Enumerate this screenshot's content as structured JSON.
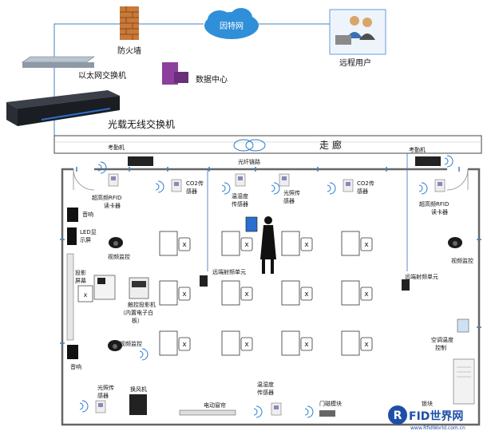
{
  "network": {
    "firewall": "防火墙",
    "internet": "因特网",
    "remote_user": "远程用户",
    "ethernet_switch": "以太网交换机",
    "data_center": "数据中心",
    "optical_switch": "光载无线交换机"
  },
  "corridor": {
    "label": "走  廊",
    "fiber_link": "光纤链路"
  },
  "room": {
    "attendance_left": "考勤机",
    "attendance_right": "考勤机",
    "rfid_left": "超高频RFID\n读卡器",
    "rfid_right": "超高频RFID\n读卡器",
    "co2_left": "CO2传\n感器",
    "co2_right": "CO2传\n感器",
    "temp_humidity_top": "温湿度\n传感器",
    "light_top": "光照传\n感器",
    "speaker_top": "音响",
    "speaker_bottom": "音响",
    "led_screen": "LED显\n示屏",
    "projector_screen": "投影\n屏幕",
    "video_top_left": "视频监控",
    "video_right": "视频监控",
    "video_bottom_left": "视频监控",
    "remote_rf_center": "远端射频单元",
    "remote_rf_right": "远端射频单元",
    "touch_projector": "触控投影机\n（内置电子白\n板）",
    "ac_controller": "空调温度\n控制",
    "light_bottom": "光照传\n感器",
    "fan": "换风机",
    "curtain": "电动窗帘",
    "temp_humidity_bottom": "温湿度\n传感器",
    "door_module": "门磁模块",
    "lock": "锁块"
  },
  "watermark": {
    "logo": "RFID世界网",
    "url": "www.RfidWorld.com.cn"
  }
}
